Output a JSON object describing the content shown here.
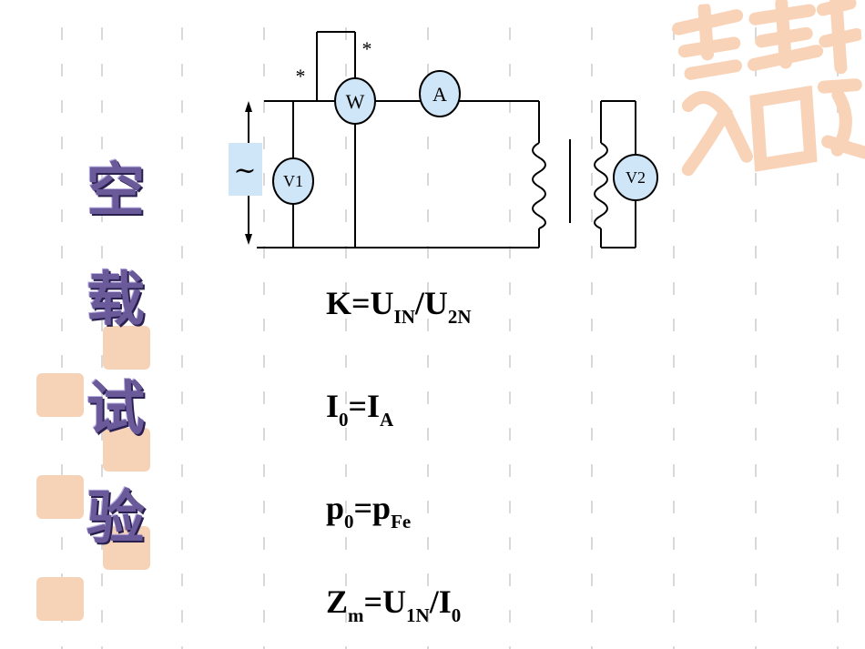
{
  "title_chars": [
    "空",
    "载",
    "试",
    "验"
  ],
  "circuit": {
    "source_symbol": "~",
    "meter_w": "W",
    "meter_a": "A",
    "meter_v1": "V1",
    "meter_v2": "V2",
    "polarity_mark": "*"
  },
  "formulas": [
    {
      "parts": [
        {
          "t": "K=U"
        },
        {
          "s": "IN"
        },
        {
          "t": "/U"
        },
        {
          "s": "2N"
        }
      ]
    },
    {
      "parts": [
        {
          "t": "I"
        },
        {
          "s": "0"
        },
        {
          "t": "=I"
        },
        {
          "s": "A"
        }
      ]
    },
    {
      "parts": [
        {
          "t": "p"
        },
        {
          "s": "0"
        },
        {
          "t": "=p"
        },
        {
          "s": "Fe"
        }
      ]
    },
    {
      "parts": [
        {
          "t": "Z"
        },
        {
          "s": "m"
        },
        {
          "t": "=U"
        },
        {
          "s": "1N"
        },
        {
          "t": "/I"
        },
        {
          "s": "0"
        }
      ]
    }
  ],
  "colors": {
    "title": "#6a5a9a",
    "meter_fill": "#cfe6f8",
    "source_fill": "#cfe6f8",
    "stamp": "#f6d2b6",
    "grid": "#d9d9d9"
  },
  "decorative_stamp_icon": "seal-stamp"
}
